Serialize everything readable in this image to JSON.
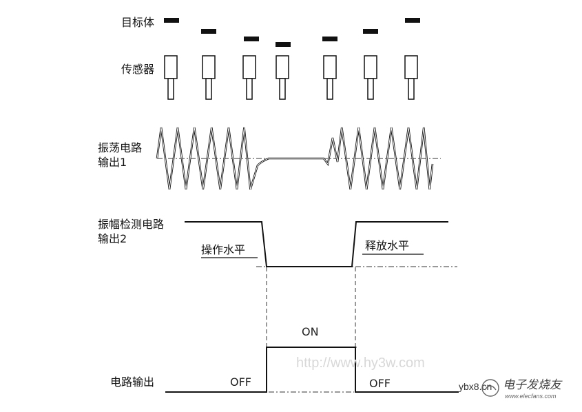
{
  "labels": {
    "target": "目标体",
    "sensor": "传感器",
    "osc_line1": "振荡电路",
    "osc_line2": "输出1",
    "amp_line1": "振幅检测电路",
    "amp_line2": "输出2",
    "operate_level": "操作水平",
    "release_level": "释放水平",
    "circuit_output": "电路输出",
    "on": "ON",
    "off_left": "OFF",
    "off_right": "OFF"
  },
  "watermark": "http://www.hy3w.com",
  "brand": {
    "site": "ybx8.cn",
    "name": "电子发烧友",
    "url": "www.elecfans.com"
  },
  "colors": {
    "line": "#111111",
    "dash": "#333333",
    "watermark": "#d8d8d8"
  }
}
